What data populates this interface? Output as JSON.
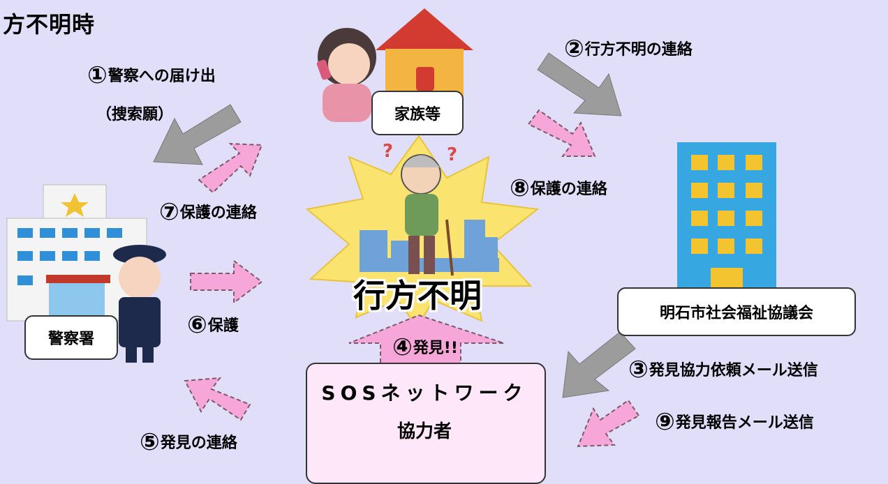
{
  "title": "方不明時",
  "nodes": {
    "family": "家族等",
    "police": "警察署",
    "council": "明石市社会福祉協議会",
    "center": "行方不明",
    "sos_line1": "SOSネットワーク",
    "sos_line2": "協力者"
  },
  "steps": {
    "s1_num": "①",
    "s1_text": "警察への届け出",
    "s1_sub": "（捜索願）",
    "s2_num": "②",
    "s2_text": "行方不明の連絡",
    "s3_num": "③",
    "s3_text": "発見協力依頼メール送信",
    "s4_num": "④",
    "s4_text": "発見!!",
    "s5_num": "⑤",
    "s5_text": "発見の連絡",
    "s6_num": "⑥",
    "s6_text": "保護",
    "s7_num": "⑦",
    "s7_text": "保護の連絡",
    "s8_num": "⑧",
    "s8_text": "保護の連絡",
    "s9_num": "⑨",
    "s9_text": "発見報告メール送信"
  },
  "colors": {
    "background": "#e0def8",
    "gray_arrow": "#9c9c9c",
    "pink_arrow": "#f6a6d8",
    "burst": "#fbe36f",
    "sos_box": "#fde7f8"
  }
}
